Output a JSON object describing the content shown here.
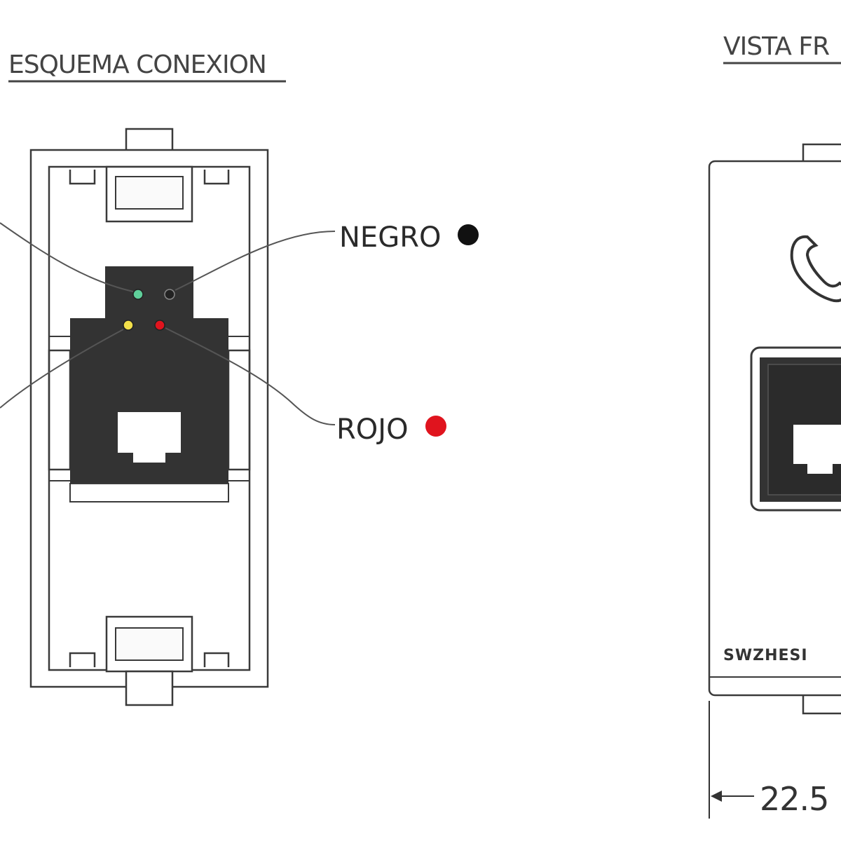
{
  "headings": {
    "left": "ESQUEMA CONEXION",
    "right": "VISTA FR"
  },
  "wires": [
    {
      "label": "NEGRO",
      "color": "#111111"
    },
    {
      "label": "ROJO",
      "color": "#e0141e"
    }
  ],
  "contacts": [
    {
      "color": "#5fcf9a"
    },
    {
      "color": "#222222"
    },
    {
      "color": "#f3e04a"
    },
    {
      "color": "#e0141e"
    }
  ],
  "front_view": {
    "brand": "SWZHESI",
    "dimension": "22.5 I",
    "icon": "telephone-handset-icon"
  }
}
